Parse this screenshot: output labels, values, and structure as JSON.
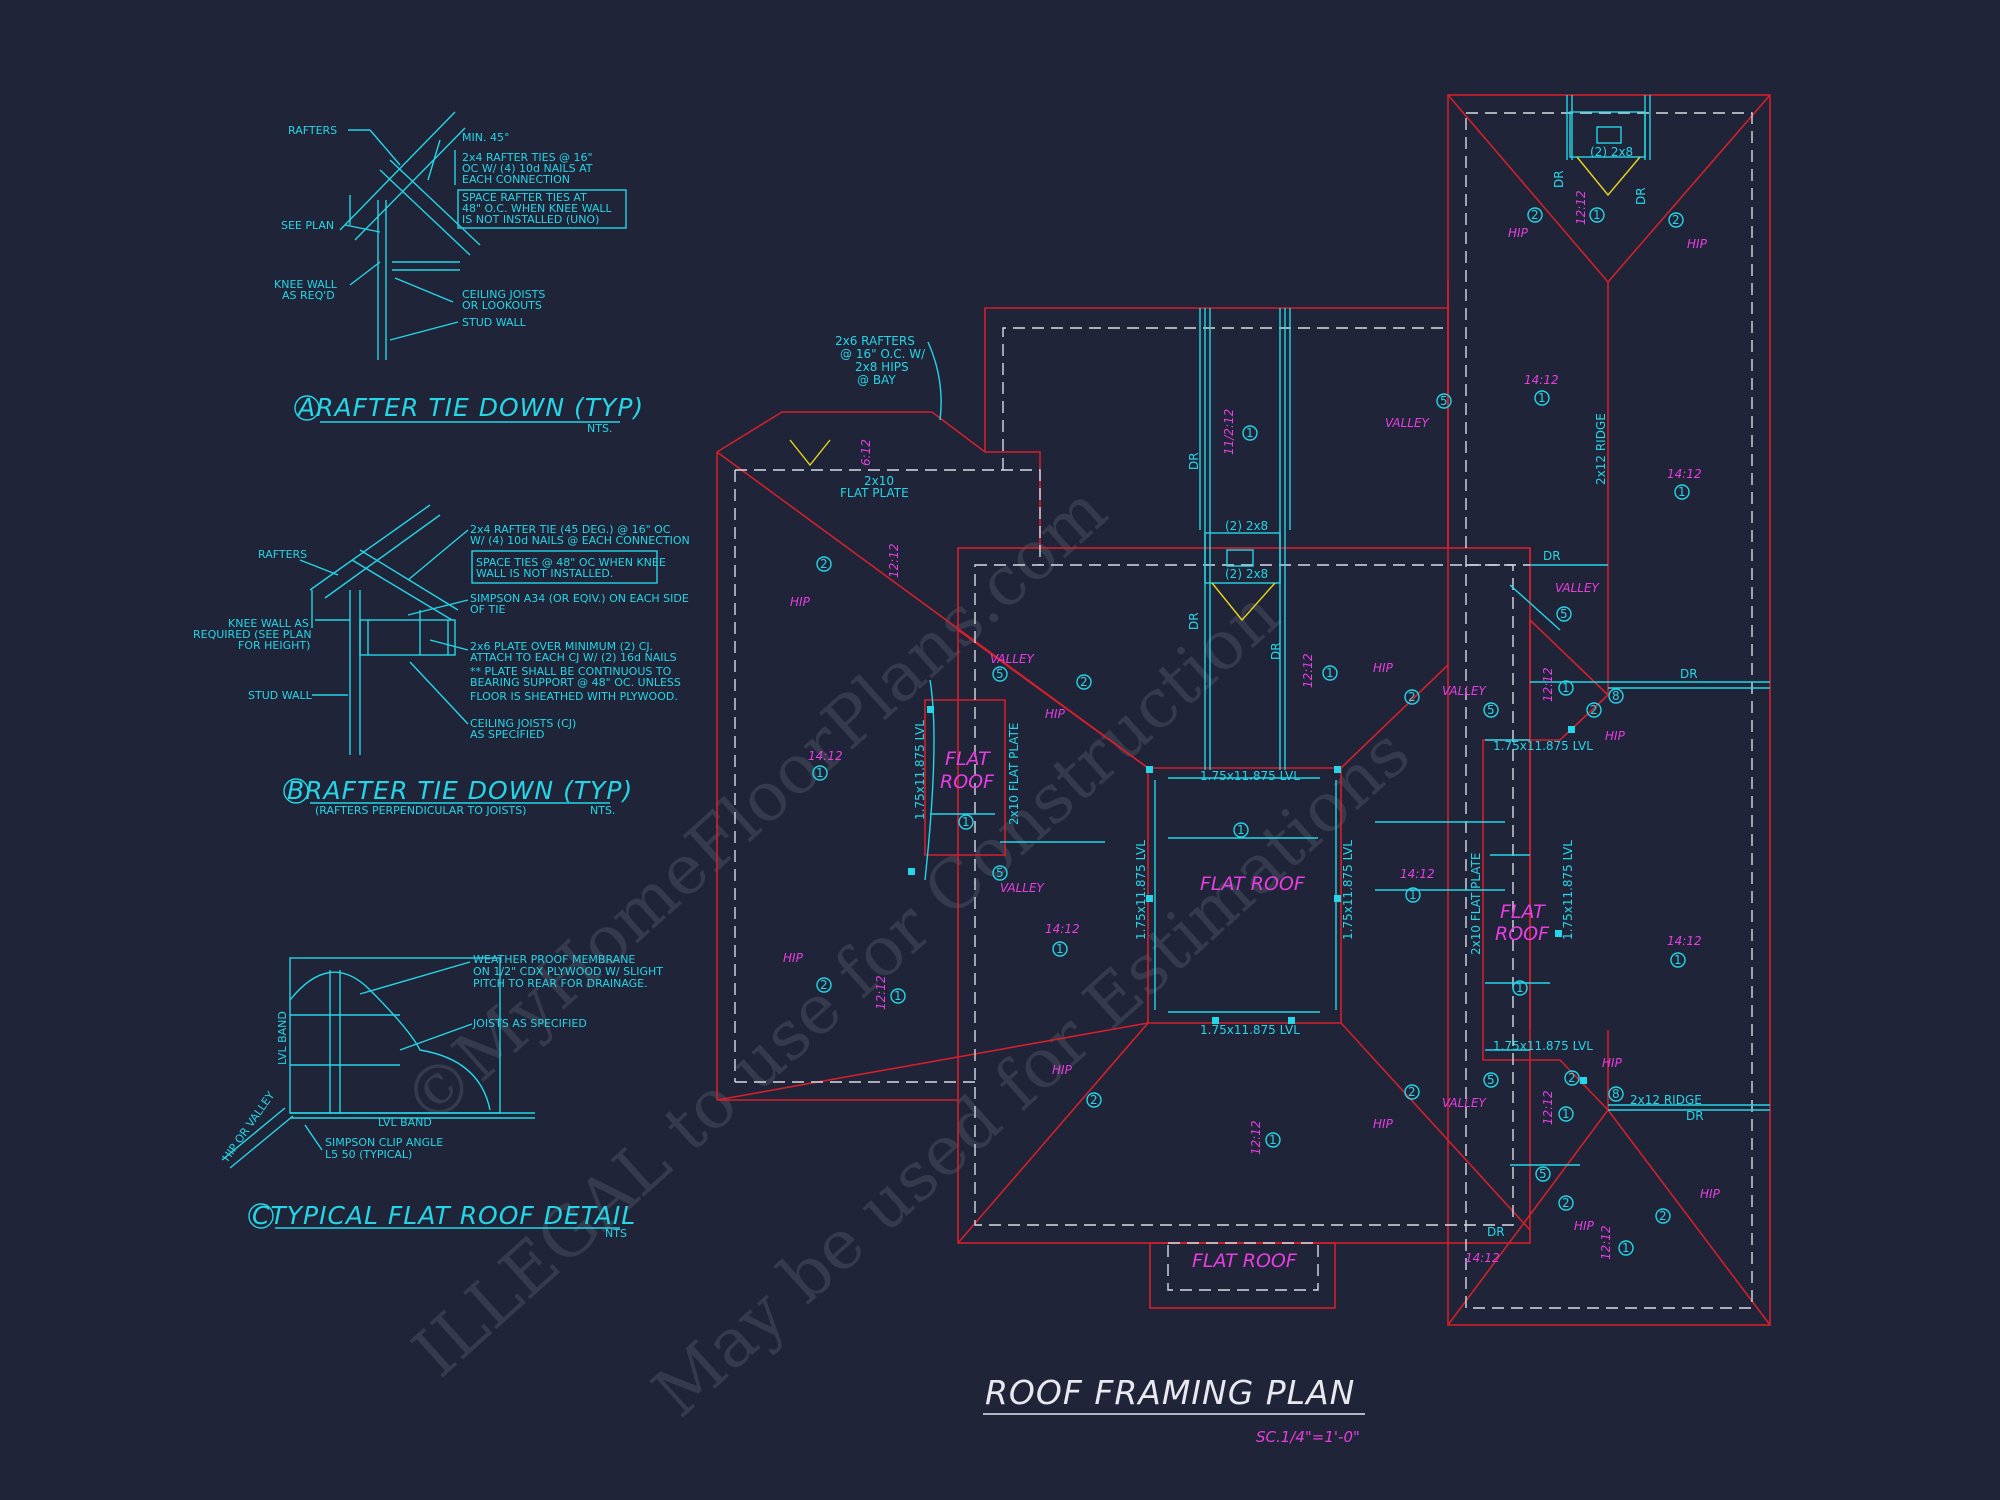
{
  "details": {
    "a": {
      "title": "ARAFTER TIE DOWN (TYP)",
      "scale": "NTS.",
      "notes": [
        "RAFTERS",
        "MIN. 45°",
        "2x4 RAFTER TIES @ 16\"",
        "OC W/ (4) 10d NAILS AT",
        "EACH CONNECTION",
        "SPACE RAFTER TIES AT",
        "48\" O.C. WHEN KNEE WALL",
        "IS NOT INSTALLED (UNO)",
        "SEE PLAN",
        "KNEE WALL",
        "AS REQ'D",
        "CEILING JOISTS",
        "OR LOOKOUTS",
        "STUD WALL"
      ]
    },
    "b": {
      "title": "BRAFTER TIE DOWN (TYP)",
      "subtitle": "(RAFTERS PERPENDICULAR TO JOISTS)",
      "scale": "NTS.",
      "notes": [
        "RAFTERS",
        "2x4 RAFTER TIE (45 DEG.) @ 16\" OC",
        "W/ (4) 10d NAILS @ EACH CONNECTION",
        "SPACE TIES @ 48\" OC WHEN KNEE",
        "WALL IS NOT INSTALLED.",
        "SIMPSON A34 (OR EQIV.) ON EACH SIDE",
        "OF TIE",
        "KNEE WALL AS",
        "REQUIRED (SEE PLAN",
        "FOR HEIGHT)",
        "2x6 PLATE OVER MINIMUM (2) CJ.",
        "ATTACH TO EACH CJ W/ (2) 16d NAILS",
        "** PLATE SHALL BE CONTINUOUS TO",
        "BEARING SUPPORT @ 48\" OC. UNLESS",
        "FLOOR IS SHEATHED WITH PLYWOOD.",
        "STUD WALL",
        "CEILING JOISTS (CJ)",
        "AS SPECIFIED"
      ]
    },
    "c": {
      "title": "CTYPICAL FLAT ROOF DETAIL",
      "scale": "NTS",
      "notes": [
        "WEATHER PROOF MEMBRANE",
        "ON 1/2\" CDX PLYWOOD W/ SLIGHT",
        "PITCH TO REAR FOR DRAINAGE.",
        "JOISTS AS SPECIFIED",
        "LVL BAND",
        "LVL BAND",
        "HIP OR VALLEY",
        "SIMPSON CLIP ANGLE",
        "L5 50 (TYPICAL)"
      ]
    }
  },
  "plan": {
    "title": "ROOF FRAMING PLAN",
    "scale": "SC.1/4\"=1'-0\"",
    "flat_roof": "FLAT ROOF",
    "flat": "FLAT",
    "roof": "ROOF",
    "bay_note": [
      "2x6 RAFTERS",
      "@ 16\" O.C. W/",
      "2x8 HIPS",
      "@ BAY"
    ],
    "flat_plate": [
      "2x10",
      "FLAT PLATE"
    ],
    "tag_2x8": "(2) 2x8",
    "lvl": "1.75x11.875 LVL",
    "ridge": "2x12 RIDGE",
    "flat_plate_2x10": "2x10 FLAT PLATE",
    "valley": "VALLEY",
    "hip": "HIP",
    "dr": "DR",
    "p1412": "14:12",
    "p1212": "12:12",
    "p11212": "11/2:12",
    "p612": "6:12",
    "n1": "1",
    "n2": "2",
    "n5": "5",
    "n8": "8"
  },
  "watermark": {
    "line1": "©MyHomeFloorPlans.com",
    "line2": "ILLEGAL to use for Construction",
    "line3": "May be used for Estimations"
  },
  "colors": {
    "background": "#1f2438",
    "cyan": "#25d6e6",
    "magenta": "#e83ee0",
    "red": "#d2202c",
    "yellow": "#e6d61a"
  }
}
